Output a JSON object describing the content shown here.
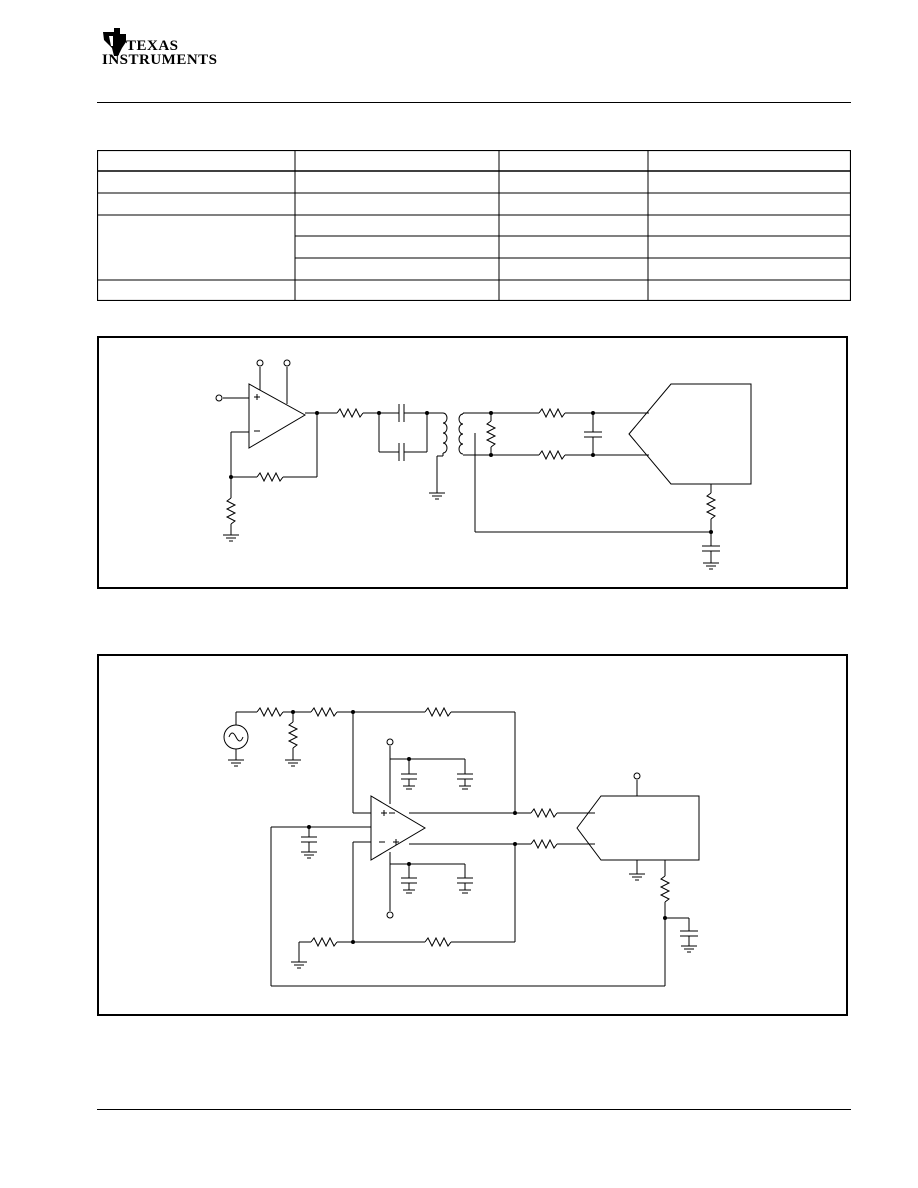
{
  "header": {
    "brand_line1": "Texas",
    "brand_line2": "Instruments",
    "logo_icon": "ti-logo-icon"
  },
  "table": {
    "columns": 4,
    "rows": 7
  },
  "figures": [
    {
      "id": "figure-1",
      "icon": "transformer-coupled-driver-schematic"
    },
    {
      "id": "figure-2",
      "icon": "fully-differential-driver-schematic"
    }
  ]
}
